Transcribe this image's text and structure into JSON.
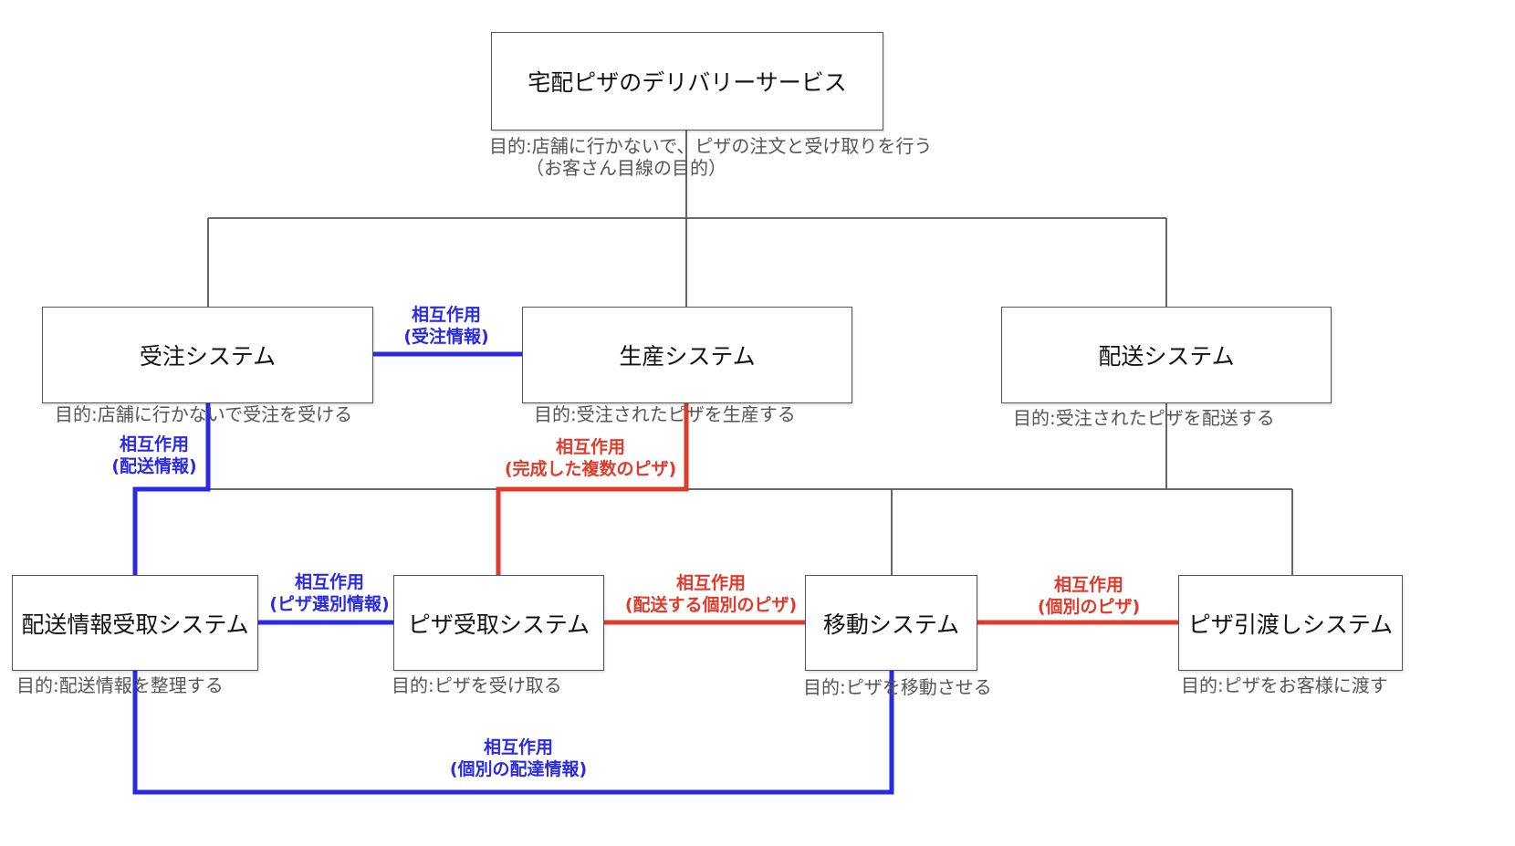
{
  "colors": {
    "blue": "#2a2ae6",
    "red": "#e03a2a",
    "tree": "#555555"
  },
  "root": {
    "title": "宅配ピザのデリバリーサービス",
    "purpose_line1": "目的:店舗に行かないで、ピザの注文と受け取りを行う",
    "purpose_line2": "（お客さん目線の目的）"
  },
  "systems": {
    "order": {
      "title": "受注システム",
      "purpose": "目的:店舗に行かないで受注を受ける"
    },
    "production": {
      "title": "生産システム",
      "purpose": "目的:受注されたピザを生産する"
    },
    "delivery": {
      "title": "配送システム",
      "purpose": "目的:受注されたピザを配送する"
    },
    "delivery_info": {
      "title": "配送情報受取システム",
      "purpose": "目的:配送情報を整理する"
    },
    "pizza_receive": {
      "title": "ピザ受取システム",
      "purpose": "目的:ピザを受け取る"
    },
    "move": {
      "title": "移動システム",
      "purpose": "目的:ピザを移動させる"
    },
    "handover": {
      "title": "ピザ引渡しシステム",
      "purpose": "目的:ピザをお客様に渡す"
    }
  },
  "interactions": [
    {
      "line1": "相互作用",
      "line2": "(受注情報)",
      "color": "blue"
    },
    {
      "line1": "相互作用",
      "line2": "(配送情報)",
      "color": "blue"
    },
    {
      "line1": "相互作用",
      "line2": "(完成した複数のピザ)",
      "color": "red"
    },
    {
      "line1": "相互作用",
      "line2": "(ピザ選別情報)",
      "color": "blue"
    },
    {
      "line1": "相互作用",
      "line2": "(配送する個別のピザ)",
      "color": "red"
    },
    {
      "line1": "相互作用",
      "line2": "(個別のピザ)",
      "color": "red"
    },
    {
      "line1": "相互作用",
      "line2": "(個別の配達情報)",
      "color": "blue"
    }
  ]
}
